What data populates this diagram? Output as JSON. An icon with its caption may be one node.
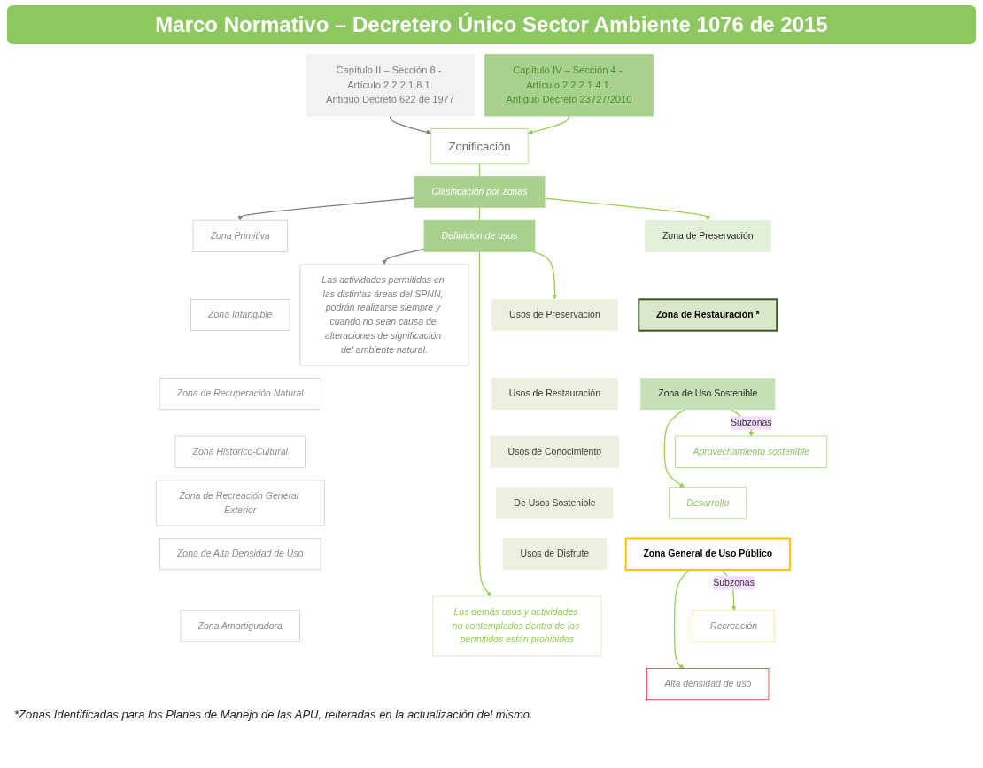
{
  "diagram": {
    "title": "Marco Normativo – Decretero Único Sector Ambiente 1076 de 2015",
    "nodes": [
      {
        "text": [
          "Capítulo II – Sección 8 - Artículo 2.2.2.1.8.1.",
          "Antiguo Decreto 622 de 1977"
        ]
      },
      {
        "text": [
          "Capítulo IV – Sección 4 - Artículo 2.2.2.1.4.1.",
          "Antiguo Decreto 23727/2010"
        ]
      },
      {
        "text": [
          "Zonificación"
        ]
      },
      {
        "text": [
          "Clasificación por zonas"
        ]
      },
      {
        "text": [
          "Definición de usos"
        ]
      },
      {
        "text": [
          "Zona Primitiva"
        ]
      },
      {
        "text": [
          "Zona Intangible"
        ]
      },
      {
        "text": [
          "Zona de Recuperación Natural"
        ]
      },
      {
        "text": [
          "Zona Histórico-Cultural"
        ]
      },
      {
        "text": [
          "Zona de Recreación General Exterior"
        ]
      },
      {
        "text": [
          "Zona de Alta Densidad de Uso"
        ]
      },
      {
        "text": [
          "Zona Amortiguadora"
        ]
      },
      {
        "text": [
          "Las actividades permitidas en las distintas áreas del SPNN, podrán realizarse siempre y cuando no sean causa de alteraciones de significación del ambiente natural."
        ]
      },
      {
        "text": [
          "Usos de Preservación"
        ]
      },
      {
        "text": [
          "Usos de Restauración"
        ]
      },
      {
        "text": [
          "Usos de Conocimiento"
        ]
      },
      {
        "text": [
          "De Usos Sostenible"
        ]
      },
      {
        "text": [
          "Usos de Disfrute"
        ]
      },
      {
        "text": [
          "Los demás usos y actividades no contemplados dentro de los permitidos están prohibidos"
        ]
      },
      {
        "text": [
          "Zona de Preservación"
        ]
      },
      {
        "text": [
          "Zona de Restauración *"
        ]
      },
      {
        "text": [
          "Zona de Uso Sostenible"
        ]
      },
      {
        "text": [
          "Aprovechamiento sostenible"
        ]
      },
      {
        "text": [
          "Desarrollo"
        ]
      },
      {
        "text": [
          "Zona General de Uso Público"
        ]
      },
      {
        "text": [
          "Recreación"
        ]
      },
      {
        "text": [
          "Alta densidad de uso"
        ]
      }
    ],
    "edges": [
      {
        "from": 0,
        "to": 2,
        "arrow": "to",
        "color": "#7f7f7f"
      },
      {
        "from": 1,
        "to": 2,
        "arrow": "to"
      },
      {
        "from": 2,
        "to": 3,
        "arrow": "none"
      },
      {
        "from": 3,
        "to": 4,
        "arrow": "none"
      },
      {
        "from": 3,
        "to": 5,
        "arrow": "to",
        "color": "#7f7f7f"
      },
      {
        "from": 3,
        "to": 19,
        "arrow": "to"
      },
      {
        "from": 4,
        "to": 12,
        "arrow": "to",
        "color": "#7f7f7f"
      },
      {
        "from": 4,
        "to": 13,
        "arrow": "to"
      },
      {
        "from": 4,
        "to": 18,
        "arrow": "to"
      },
      {
        "from": 21,
        "to": 22,
        "arrow": "to",
        "label": "Subzonas"
      },
      {
        "from": 21,
        "to": 23,
        "arrow": "to"
      },
      {
        "from": 24,
        "to": 25,
        "arrow": "to",
        "label": "Subzonas"
      },
      {
        "from": 24,
        "to": 26,
        "arrow": "to"
      }
    ],
    "labels": [
      "*Zonas Identificadas para los Planes de Manejo de las APU, reiteradas en la actualización del mismo."
    ]
  }
}
